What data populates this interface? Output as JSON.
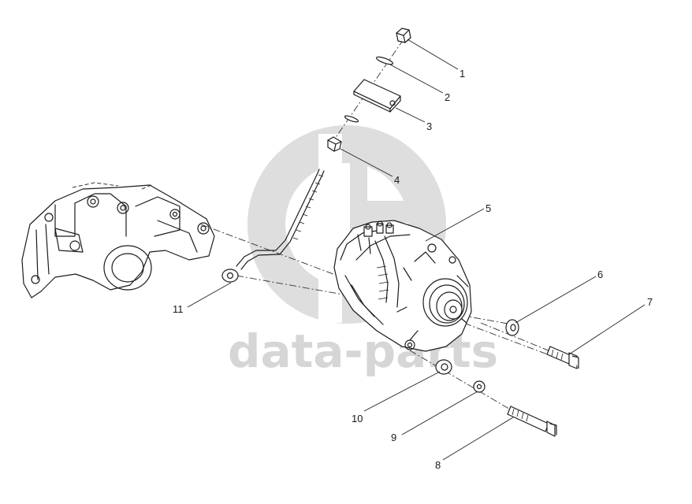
{
  "watermark": {
    "brand_text": "data-parts",
    "logo": "gp-circle-logo",
    "color": "#d6d6d6"
  },
  "parts": [
    {
      "number": "1",
      "icon": "nut-icon"
    },
    {
      "number": "2",
      "icon": "washer-icon"
    },
    {
      "number": "3",
      "icon": "bracket-block-icon"
    },
    {
      "number": "4",
      "icon": "spacer-icon"
    },
    {
      "number": "5",
      "icon": "alternator-icon"
    },
    {
      "number": "6",
      "icon": "washer-icon"
    },
    {
      "number": "7",
      "icon": "bolt-icon"
    },
    {
      "number": "8",
      "icon": "bolt-icon"
    },
    {
      "number": "9",
      "icon": "washer-icon"
    },
    {
      "number": "10",
      "icon": "nut-icon"
    },
    {
      "number": "11",
      "icon": "threaded-rod-icon"
    }
  ]
}
